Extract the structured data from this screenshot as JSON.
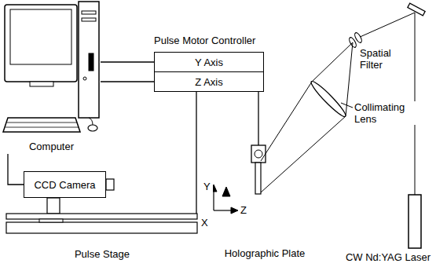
{
  "diagram": {
    "nodes": [
      {
        "text": [
          "Computer"
        ]
      },
      {
        "text": [
          "Pulse Motor Controller"
        ]
      },
      {
        "text": [
          "Y Axis"
        ],
        "in": 1
      },
      {
        "text": [
          "Z Axis"
        ],
        "in": 1
      },
      {
        "text": [
          "CCD Camera"
        ]
      },
      {
        "text": [
          "Pulse Stage"
        ]
      },
      {
        "text": [
          "Holographic Plate"
        ]
      }
    ],
    "edges": [
      {
        "from": 0,
        "to": 2,
        "arrow": "none"
      },
      {
        "from": 0,
        "to": 3,
        "arrow": "none"
      },
      {
        "from": 0,
        "to": 4,
        "arrow": "none"
      },
      {
        "from": 3,
        "to": 6,
        "arrow": "none"
      },
      {
        "from": 3,
        "to": 5,
        "arrow": "none"
      }
    ],
    "labels": [
      "Spatial Filter",
      "Collimating Lens",
      "CW Nd:YAG Laser",
      "Y",
      "Z",
      "X"
    ]
  }
}
